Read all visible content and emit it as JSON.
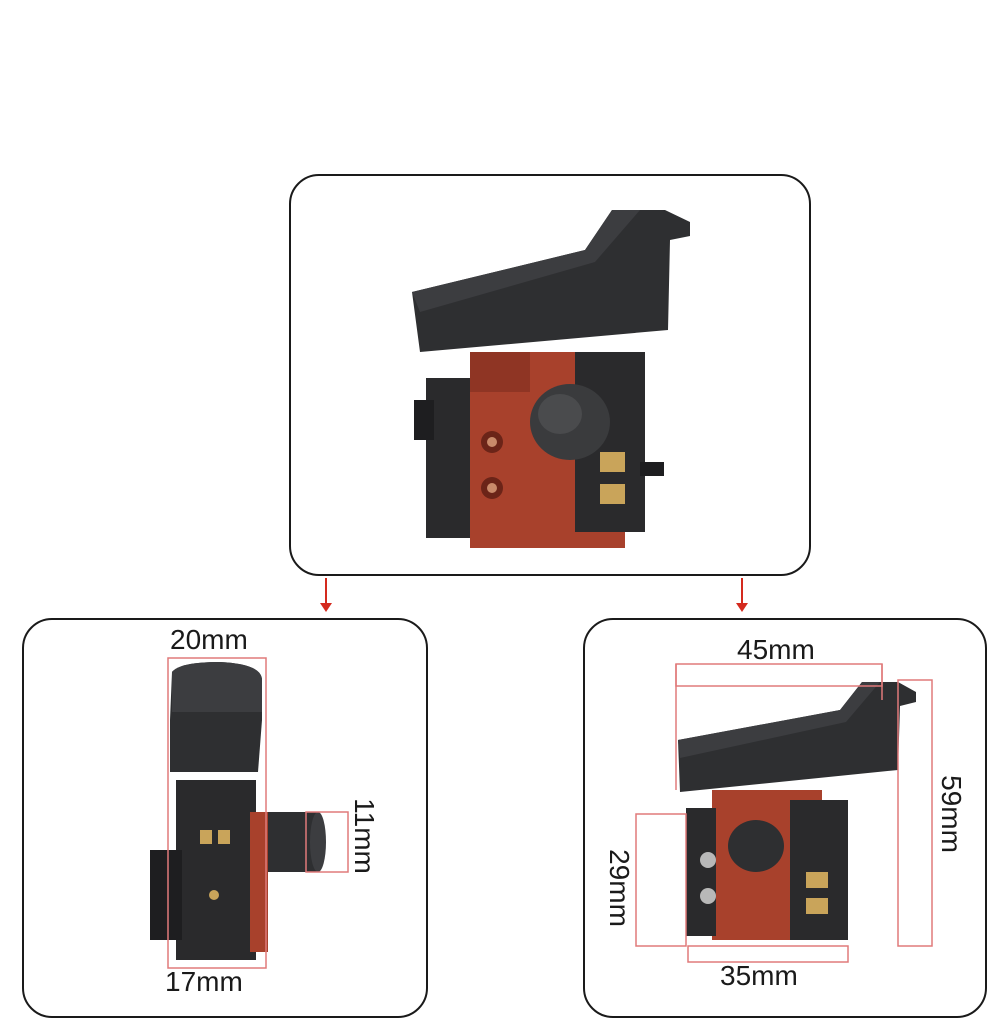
{
  "dimensions": {
    "top_width_left": "20mm",
    "bottom_width_left": "17mm",
    "shaft_height": "11mm",
    "trigger_width": "45mm",
    "total_height": "59mm",
    "body_height": "29mm",
    "body_width": "35mm"
  },
  "colors": {
    "housing_red": "#a8412c",
    "trigger_black": "#2e2f31",
    "dimension_line": "#e07a7a",
    "arrow": "#d42a1e"
  }
}
